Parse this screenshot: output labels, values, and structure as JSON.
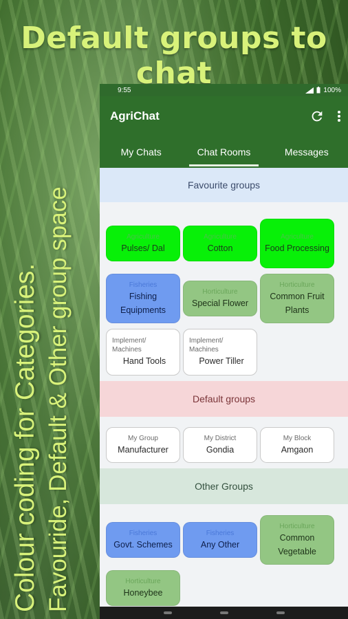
{
  "promo": {
    "headline": "Default groups to chat",
    "side_line1": "Colour coding for Categories.",
    "side_line2": "Favouride, Default & Other group space"
  },
  "status_bar": {
    "time": "9:55",
    "battery": "100%"
  },
  "app": {
    "title": "AgriChat",
    "refresh_icon": "refresh-icon",
    "menu_icon": "more-vert-icon"
  },
  "tabs": [
    {
      "label": "My Chats",
      "active": false
    },
    {
      "label": "Chat Rooms",
      "active": true
    },
    {
      "label": "Messages",
      "active": false
    }
  ],
  "sections": {
    "favourite": {
      "title": "Favourite groups",
      "groups": [
        {
          "category": "Agriculture",
          "name": "Pulses/ Dal",
          "color": "green"
        },
        {
          "category": "Agriculture",
          "name": "Cotton",
          "color": "green"
        },
        {
          "category": "Agriculture",
          "name": "Food Processing",
          "color": "green"
        },
        {
          "category": "Fisheries",
          "name": "Fishing Equipments",
          "color": "blue"
        },
        {
          "category": "Horticulture",
          "name": "Special Flower",
          "color": "olive"
        },
        {
          "category": "Horticulture",
          "name": "Common Fruit Plants",
          "color": "olive"
        },
        {
          "category": "Implement/ Machines",
          "name": "Hand Tools",
          "color": "white"
        },
        {
          "category": "Implement/ Machines",
          "name": "Power Tiller",
          "color": "white"
        }
      ]
    },
    "default": {
      "title": "Default groups",
      "groups": [
        {
          "category": "My Group",
          "name": "Manufacturer",
          "color": "white"
        },
        {
          "category": "My District",
          "name": "Gondia",
          "color": "white"
        },
        {
          "category": "My Block",
          "name": "Amgaon",
          "color": "white"
        }
      ]
    },
    "other": {
      "title": "Other Groups",
      "groups": [
        {
          "category": "Fisheries",
          "name": "Govt. Schemes",
          "color": "blue"
        },
        {
          "category": "Fisheries",
          "name": "Any Other",
          "color": "blue"
        },
        {
          "category": "Horticulture",
          "name": "Common Vegetable",
          "color": "olive"
        },
        {
          "category": "Horticulture",
          "name": "Honeybee",
          "color": "olive"
        }
      ]
    }
  },
  "colors": {
    "app_bar": "#2f6f2b",
    "agriculture": "#08f008",
    "fisheries": "#6f9bf0",
    "horticulture": "#93c683"
  }
}
